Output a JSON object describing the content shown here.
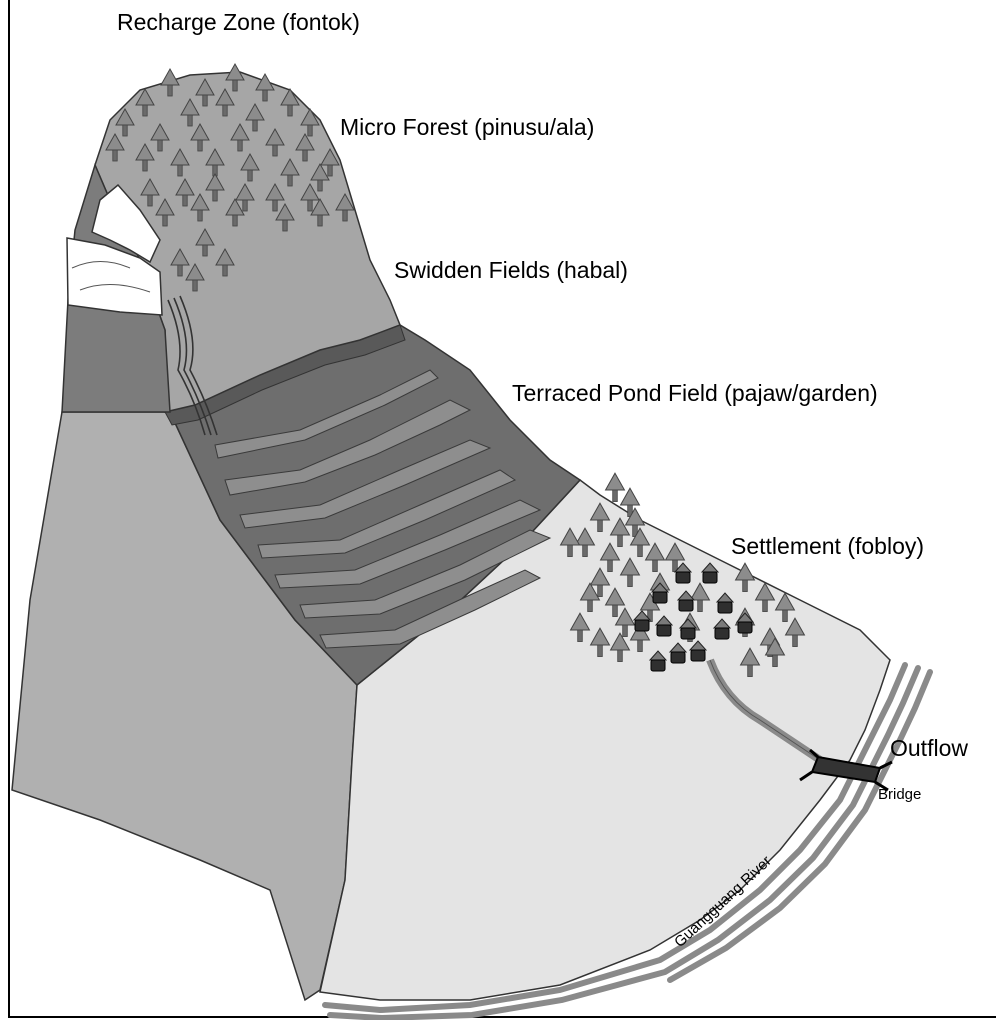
{
  "labels": {
    "recharge_zone": "Recharge Zone (fontok)",
    "micro_forest": "Micro Forest (pinusu/ala)",
    "swidden_fields": "Swidden Fields (habal)",
    "terraced_pond_field": "Terraced Pond Field (pajaw/garden)",
    "settlement": "Settlement (fobloy)",
    "outflow": "Outflow",
    "bridge": "Bridge",
    "river": "Guangguang River"
  },
  "colors": {
    "forest_zone": "#a6a6a6",
    "terrace_zone": "#6e6e6e",
    "terrace_band": "#595959",
    "settlement_zone": "#e4e4e4",
    "left_slope": "#b0b0b0",
    "cliff_strip": "#7c7c7c",
    "tree": "#8c8c8c",
    "house": "#2f2f2f",
    "river": "#8a8a8a",
    "outline": "#333333"
  },
  "icons": {
    "tree": "conifer-tree-icon",
    "house": "hut-icon",
    "bridge": "bridge-icon"
  }
}
